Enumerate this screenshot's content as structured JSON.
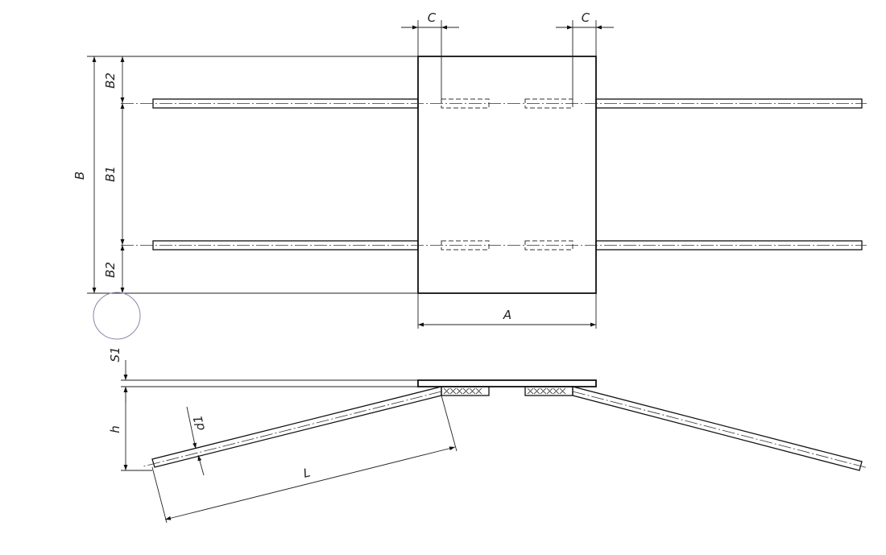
{
  "labels": {
    "C": "C",
    "B": "B",
    "B1": "B1",
    "B2": "B2",
    "A": "A",
    "S1": "S1",
    "h": "h",
    "d1": "d1",
    "L": "L"
  },
  "colors": {
    "line": "#111111",
    "detail_circle": "#8888aa",
    "background": "#ffffff"
  }
}
